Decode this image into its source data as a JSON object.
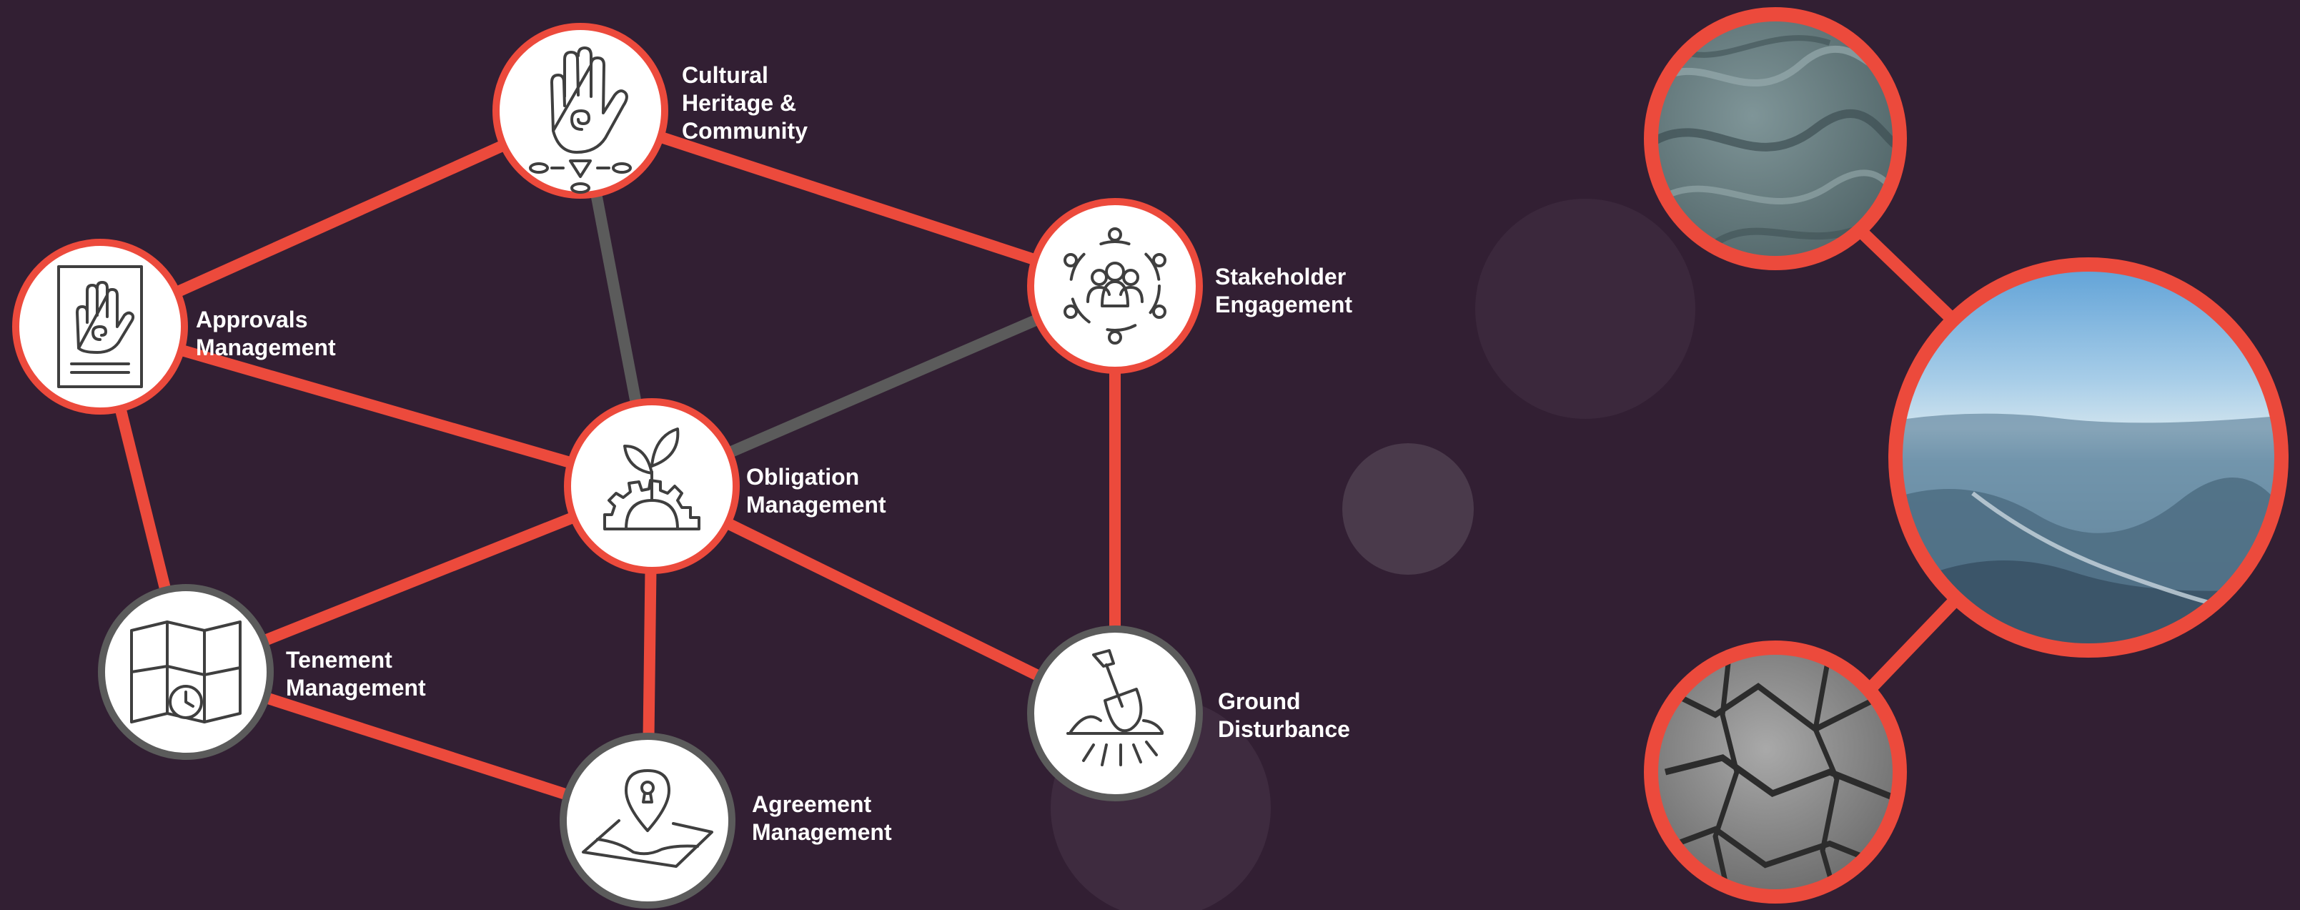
{
  "colors": {
    "background": "#321f33",
    "accent": "#ec4a3c",
    "neutral_link": "#5b5b5b",
    "node_fill": "#ffffff",
    "icon_stroke": "#3f3f3f",
    "decor_circle": "#4a3a4b"
  },
  "nodes": [
    {
      "id": "cultural",
      "icon": "hand-spiral-icon",
      "border": "accent",
      "label_lines": [
        "Cultural",
        "Heritage &",
        "Community"
      ]
    },
    {
      "id": "approvals",
      "icon": "document-hand-icon",
      "border": "accent",
      "label_lines": [
        "Approvals",
        "Management"
      ]
    },
    {
      "id": "stakeholder",
      "icon": "people-network-icon",
      "border": "accent",
      "label_lines": [
        "Stakeholder",
        "Engagement"
      ]
    },
    {
      "id": "obligation",
      "icon": "plant-gear-icon",
      "border": "accent",
      "label_lines": [
        "Obligation",
        "Management"
      ]
    },
    {
      "id": "tenement",
      "icon": "map-clock-icon",
      "border": "neutral",
      "label_lines": [
        "Tenement",
        "Management"
      ]
    },
    {
      "id": "ground",
      "icon": "shovel-icon",
      "border": "neutral",
      "label_lines": [
        "Ground",
        "Disturbance"
      ]
    },
    {
      "id": "agreement",
      "icon": "map-pin-icon",
      "border": "neutral",
      "label_lines": [
        "Agreement",
        "Management"
      ]
    }
  ],
  "links": [
    {
      "from": "cultural",
      "to": "approvals",
      "style": "accent"
    },
    {
      "from": "cultural",
      "to": "stakeholder",
      "style": "accent"
    },
    {
      "from": "cultural",
      "to": "obligation",
      "style": "neutral"
    },
    {
      "from": "stakeholder",
      "to": "obligation",
      "style": "neutral"
    },
    {
      "from": "stakeholder",
      "to": "ground",
      "style": "accent"
    },
    {
      "from": "approvals",
      "to": "obligation",
      "style": "accent"
    },
    {
      "from": "approvals",
      "to": "tenement",
      "style": "accent"
    },
    {
      "from": "obligation",
      "to": "tenement",
      "style": "accent"
    },
    {
      "from": "obligation",
      "to": "agreement",
      "style": "accent"
    },
    {
      "from": "obligation",
      "to": "ground",
      "style": "accent"
    },
    {
      "from": "tenement",
      "to": "agreement",
      "style": "accent"
    }
  ],
  "photos": [
    {
      "id": "rock-texture",
      "icon": "swirled-rock-photo"
    },
    {
      "id": "aerial-landscape",
      "icon": "aerial-landscape-photo"
    },
    {
      "id": "cracked-earth",
      "icon": "cracked-earth-photo"
    }
  ]
}
